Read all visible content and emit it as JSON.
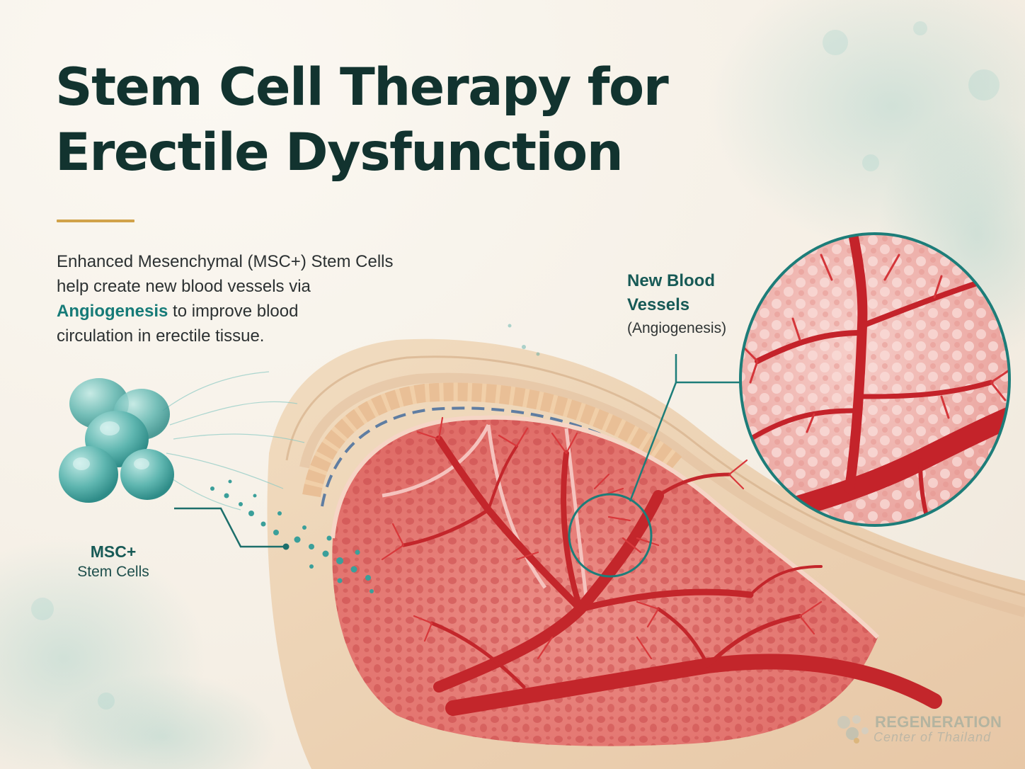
{
  "title": {
    "line1": "Stem Cell Therapy for",
    "line2": "Erectile Dysfunction"
  },
  "intro": {
    "line1": "Enhanced Mesenchymal (MSC+) Stem Cells",
    "line2": "help create new blood vessels via",
    "highlight": "Angiogenesis",
    "line3_rest": " to improve blood",
    "line4": "circulation in erectile tissue."
  },
  "callout": {
    "title_line1": "New Blood",
    "title_line2": "Vessels",
    "subtitle": "(Angiogenesis)"
  },
  "msc_label": {
    "line1": "MSC+",
    "line2": "Stem Cells"
  },
  "logo": {
    "line1": "REGENERATION",
    "line2": "Center of Thailand"
  },
  "colors": {
    "title": "#12332f",
    "accent_teal": "#167b78",
    "divider_gold": "#d1a24a",
    "vessel_red": "#c9262c",
    "tissue_pink": "#e98f8a",
    "cell_teal": "#4fb0ad"
  }
}
